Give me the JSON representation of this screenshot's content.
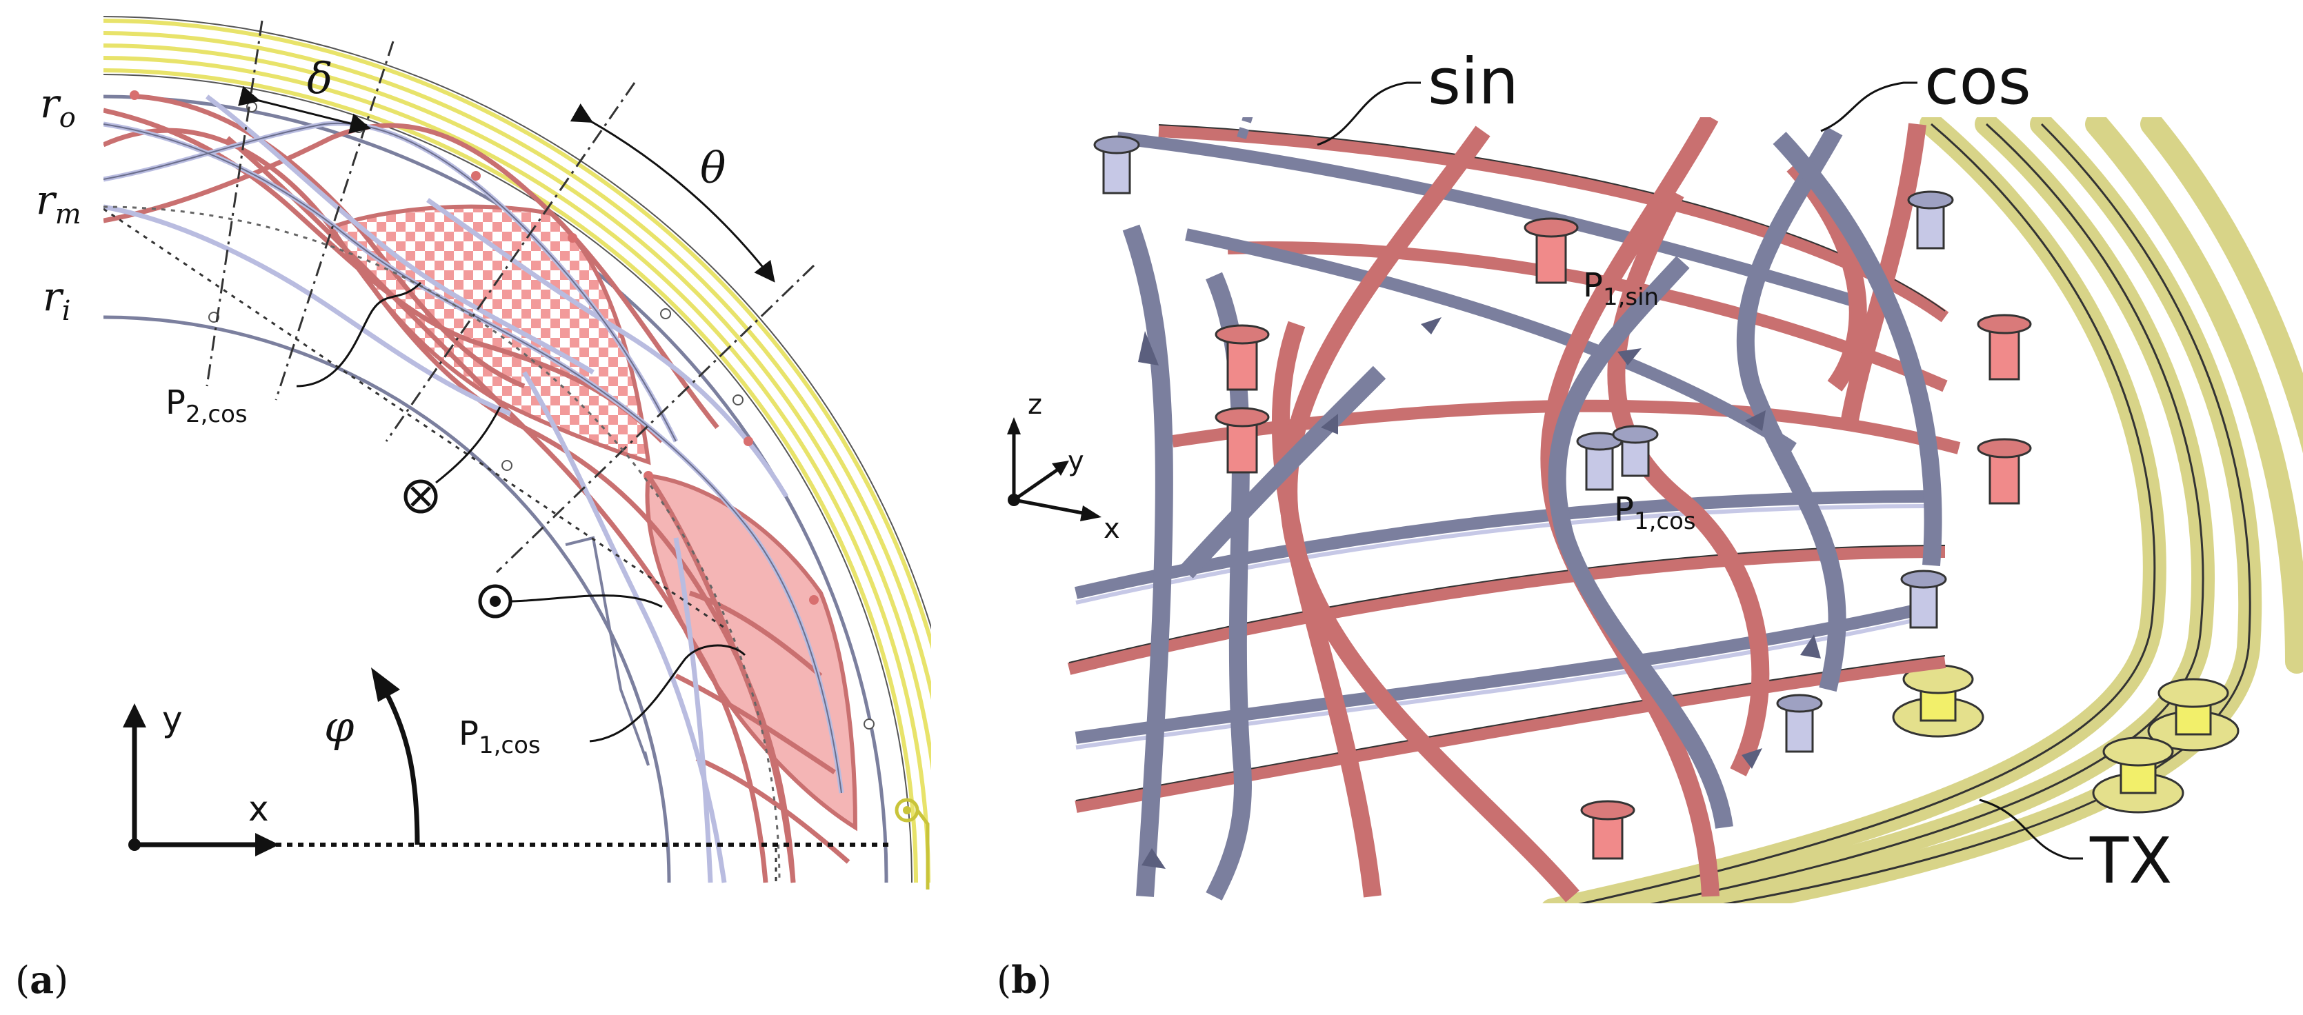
{
  "panel_a": {
    "caption_open": "(",
    "caption_letter": "a",
    "caption_close": ")",
    "radius_labels": {
      "outer_main": "r",
      "outer_sub": "o",
      "mid_main": "r",
      "mid_sub": "m",
      "inner_main": "r",
      "inner_sub": "i"
    },
    "delta": "δ",
    "theta": "θ",
    "phi": "φ",
    "axis_x": "x",
    "axis_y": "y",
    "p2cos_main": "P",
    "p2cos_sub": "2,cos",
    "p1cos_main": "P",
    "p1cos_sub": "1,cos",
    "into_page_symbol": "⊗",
    "out_of_page_symbol": "⊙"
  },
  "panel_b": {
    "caption_open": "(",
    "caption_letter": "b",
    "caption_close": ")",
    "label_sin": "sin",
    "label_cos": "cos",
    "label_tx": "TX",
    "p1sin_main": "P",
    "p1sin_sub": "1,sin",
    "p1cos_main": "P",
    "p1cos_sub": "1,cos",
    "axis_x": "x",
    "axis_y": "y",
    "axis_z": "z"
  },
  "colors": {
    "sin_trace": "#c97070",
    "sin_fill": "#f4b5b5",
    "cos_trace": "#7b7f9e",
    "cos_light": "#c6c8e6",
    "tx_trace": "#d9d58a",
    "tx_bright": "#f2ef6a"
  }
}
